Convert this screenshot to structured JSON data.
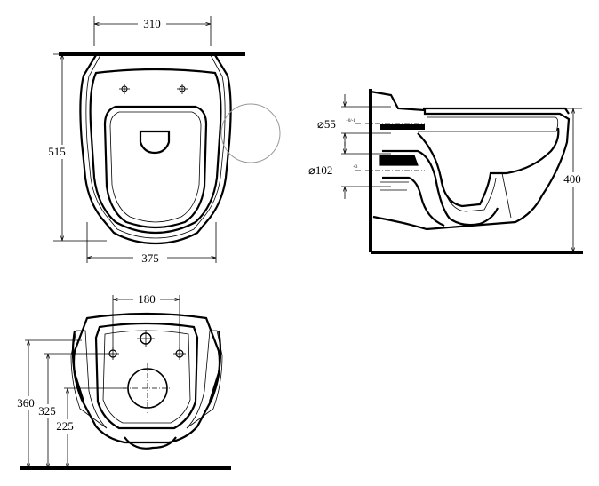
{
  "top_view": {
    "dim_top": "310",
    "dim_height": "515",
    "dim_bottom": "375"
  },
  "side_view": {
    "dim_pipe_small": "⌀55",
    "dim_pipe_small_tol": "+0/-1",
    "dim_pipe_large": "⌀102",
    "dim_pipe_large_tol": "+3",
    "dim_height": "400"
  },
  "rear_view": {
    "dim_bolt_spacing": "180",
    "dim_height_total": "360",
    "dim_height_bolts": "325",
    "dim_height_outlet": "225"
  }
}
